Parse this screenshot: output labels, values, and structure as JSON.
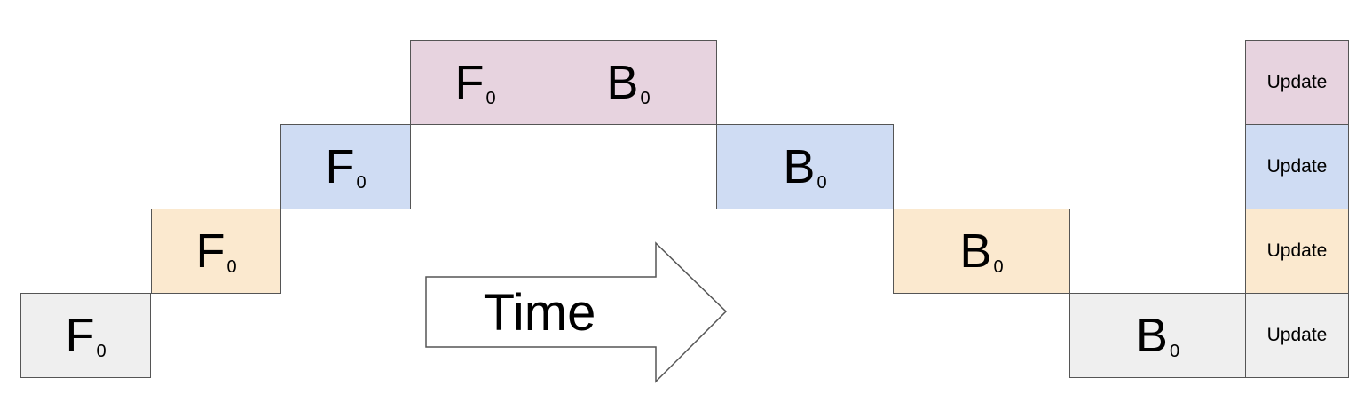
{
  "colors": {
    "gray": "#efefef",
    "tan": "#fbe9cf",
    "blue": "#cfdcf3",
    "mauve": "#e7d3df",
    "border": "#555555"
  },
  "forward": [
    {
      "letter": "F",
      "sub": "0",
      "color": "gray"
    },
    {
      "letter": "F",
      "sub": "0",
      "color": "tan"
    },
    {
      "letter": "F",
      "sub": "0",
      "color": "blue"
    },
    {
      "letter": "F",
      "sub": "0",
      "color": "mauve"
    }
  ],
  "backward": [
    {
      "letter": "B",
      "sub": "0",
      "color": "mauve"
    },
    {
      "letter": "B",
      "sub": "0",
      "color": "blue"
    },
    {
      "letter": "B",
      "sub": "0",
      "color": "tan"
    },
    {
      "letter": "B",
      "sub": "0",
      "color": "gray"
    }
  ],
  "updates": [
    {
      "label": "Update",
      "color": "mauve"
    },
    {
      "label": "Update",
      "color": "blue"
    },
    {
      "label": "Update",
      "color": "tan"
    },
    {
      "label": "Update",
      "color": "gray"
    }
  ],
  "arrow": {
    "label": "Time",
    "icon": "right-arrow-icon"
  }
}
